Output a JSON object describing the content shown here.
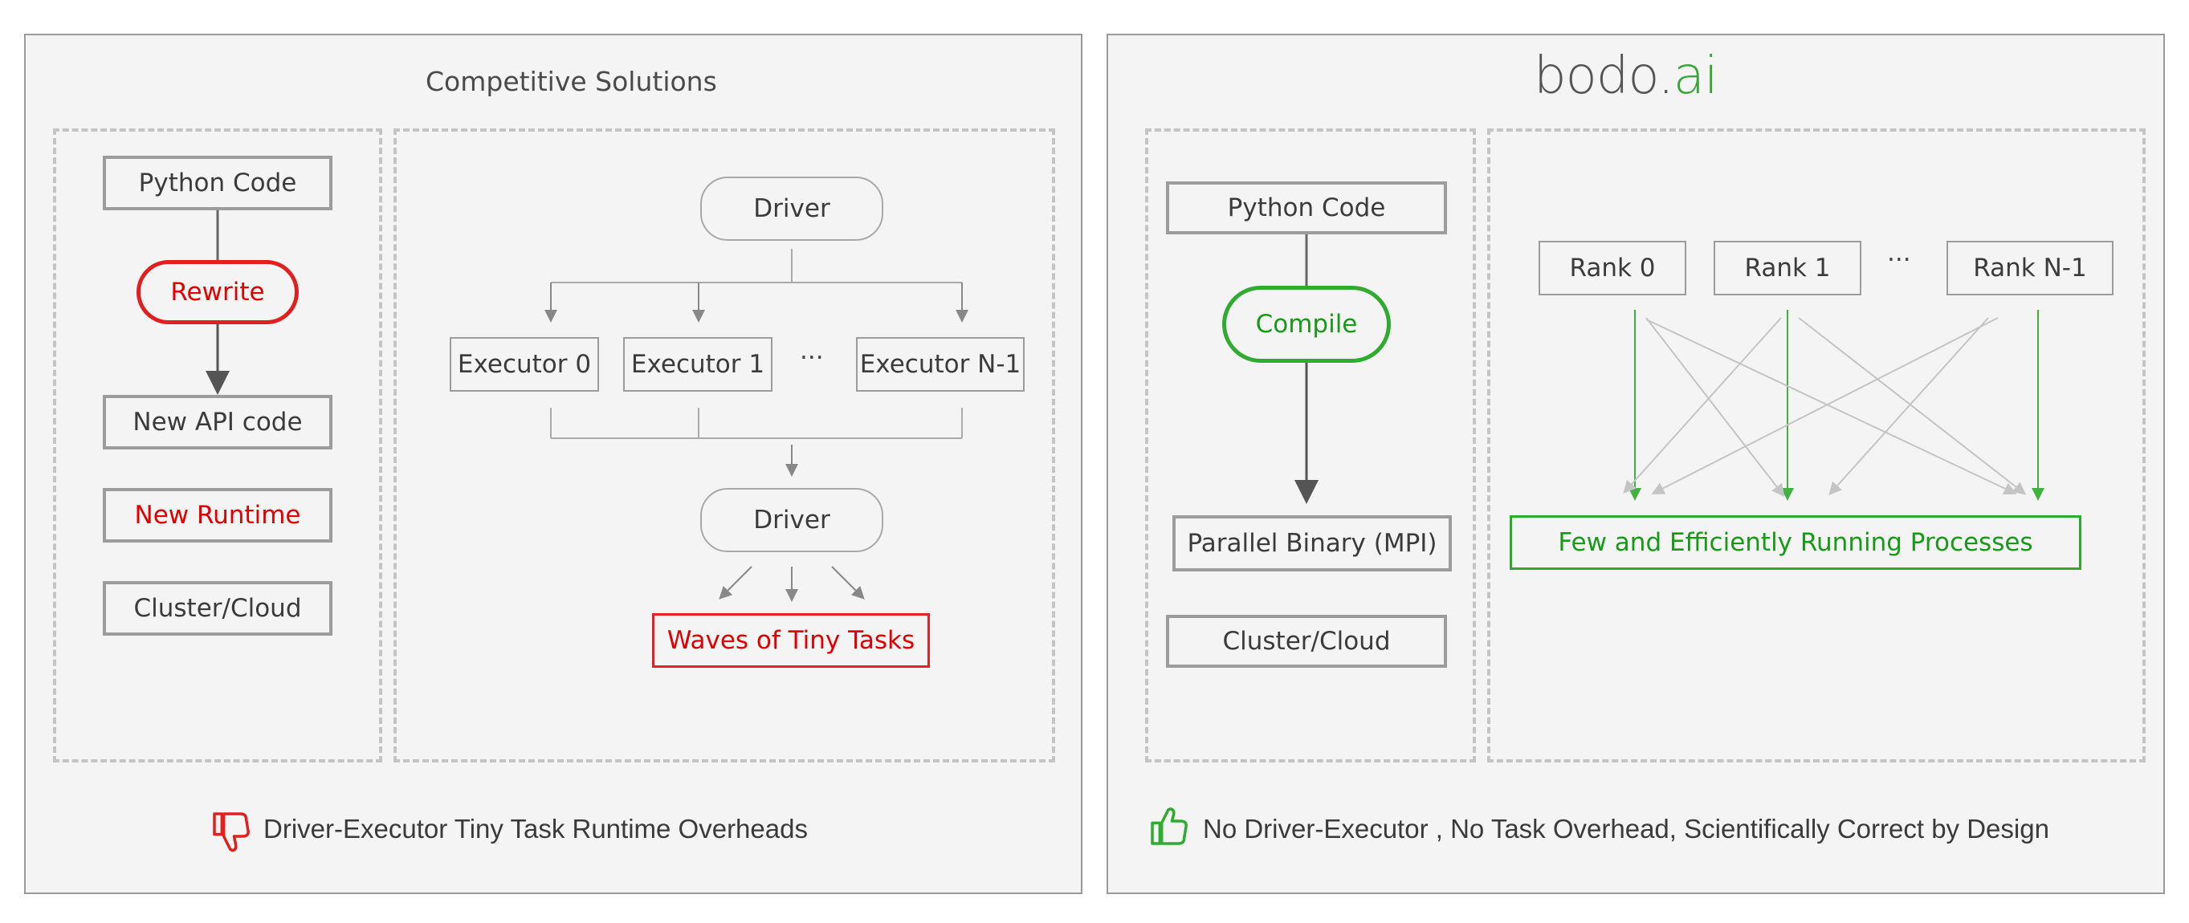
{
  "left": {
    "title": "Competitive Solutions",
    "stack": {
      "python_code": "Python Code",
      "rewrite": "Rewrite",
      "new_api_code": "New API code",
      "new_runtime": "New Runtime",
      "cluster": "Cluster/Cloud"
    },
    "flow": {
      "driver_top": "Driver",
      "executors": [
        "Executor 0",
        "Executor 1",
        "Executor N-1"
      ],
      "ellipsis": "···",
      "driver_bottom": "Driver",
      "waves": "Waves of Tiny Tasks"
    },
    "caption": "Driver-Executor Tiny Task Runtime Overheads"
  },
  "right": {
    "logo": {
      "main": "bodo.",
      "accent": "ai"
    },
    "stack": {
      "python_code": "Python Code",
      "compile": "Compile",
      "parallel_binary": "Parallel Binary (MPI)",
      "cluster": "Cluster/Cloud"
    },
    "ranks": [
      "Rank 0",
      "Rank 1",
      "Rank N-1"
    ],
    "ellipsis": "···",
    "processes": "Few and Efficiently Running Processes",
    "caption": "No Driver-Executor , No Task Overhead, Scientifically Correct by Design"
  },
  "colors": {
    "red": "#e21f1f",
    "green": "#2fab2f",
    "gray_border": "#9c9c9c"
  },
  "icons": {
    "left_caption": "thumbs-down-icon",
    "right_caption": "thumbs-up-icon"
  }
}
